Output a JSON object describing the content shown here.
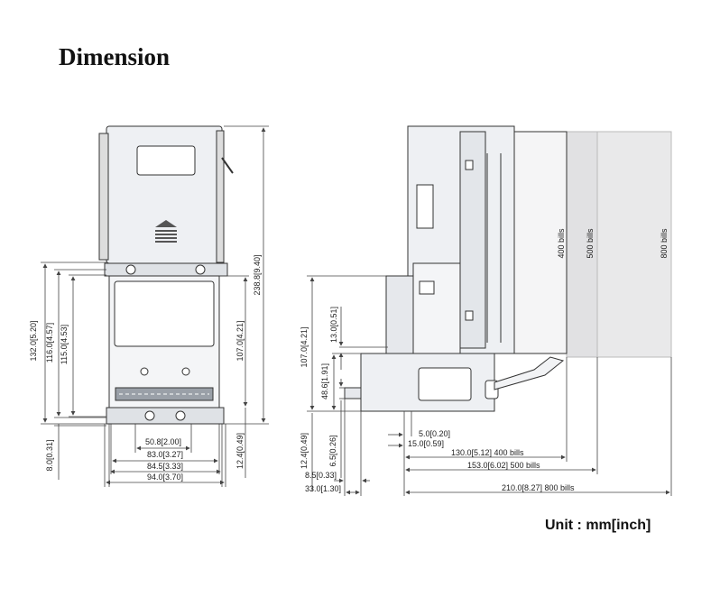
{
  "title": "Dimension",
  "unit_note": "Unit : mm[inch]",
  "front_view": {
    "dims_vertical_left": [
      "132.0[5.20]",
      "116.0[4.57]",
      "115.0[4.53]",
      "8.0[0.31]"
    ],
    "dims_vertical_right": [
      "238.8[9.40]",
      "107.0[4.21]",
      "12.4[0.49]"
    ],
    "dims_horizontal": [
      "50.8[2.00]",
      "83.0[3.27]",
      "84.5[3.33]",
      "94.0[3.70]"
    ]
  },
  "side_view": {
    "dims_vertical": [
      "107.0[4.21]",
      "13.0[0.51]",
      "48.6[1.91]",
      "12.4[0.49]",
      "6.5[0.26]"
    ],
    "dims_horizontal": [
      "5.0[0.20]",
      "15.0[0.59]",
      "130.0[5.12] 400 bills",
      "153.0[6.02] 500 bills",
      "210.0[8.27] 800 bills",
      "8.5[0.33]",
      "33.0[1.30]"
    ],
    "stack_labels": [
      "400 bills",
      "500 bills",
      "800 bills"
    ]
  },
  "colors": {
    "body_fill": "#eef0f3",
    "outline": "#333333",
    "stack_fill": "#e9e9ea",
    "lines": "#444444"
  }
}
